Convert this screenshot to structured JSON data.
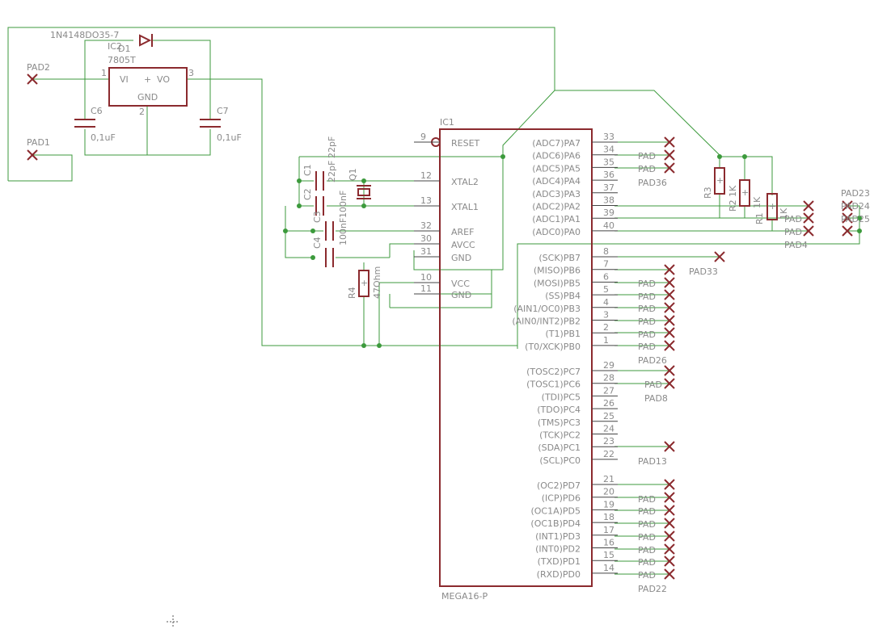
{
  "components": {
    "d1": {
      "name": "D1",
      "value": "1N4148DO35-7"
    },
    "ic2": {
      "name": "IC2",
      "value": "7805T",
      "vi": "VI",
      "vo": "VO",
      "gnd": "GND",
      "plus": "+",
      "pin1": "1",
      "pin2": "2",
      "pin3": "3"
    },
    "c6": {
      "name": "C6",
      "value": "0,1uF"
    },
    "c7": {
      "name": "C7",
      "value": "0,1uF"
    },
    "c1": {
      "name": "C1",
      "value": "22pF"
    },
    "c2": {
      "name": "C2",
      "value": "22pF"
    },
    "c3": {
      "name": "C3",
      "value": "100nF"
    },
    "c4": {
      "name": "C4",
      "value": "100nF"
    },
    "q1": {
      "name": "Q1"
    },
    "r4": {
      "name": "R4",
      "value": "47Ohm"
    },
    "r1": {
      "name": "R1",
      "value": "1K"
    },
    "r2": {
      "name": "R2",
      "value": "1K"
    },
    "r3": {
      "name": "R3",
      "value": "1K"
    },
    "ic1": {
      "name": "IC1",
      "value": "MEGA16-P"
    }
  },
  "left_pins": [
    {
      "num": "9",
      "label": "RESET"
    },
    {
      "num": "12",
      "label": "XTAL2"
    },
    {
      "num": "13",
      "label": "XTAL1"
    },
    {
      "num": "32",
      "label": "AREF"
    },
    {
      "num": "30",
      "label": "AVCC"
    },
    {
      "num": "31",
      "label": "GND"
    },
    {
      "num": "10",
      "label": "VCC"
    },
    {
      "num": "11",
      "label": "GND"
    }
  ],
  "right_pins": [
    {
      "num": "33",
      "label": "(ADC7)PA7"
    },
    {
      "num": "34",
      "label": "(ADC6)PA6"
    },
    {
      "num": "35",
      "label": "(ADC5)PA5"
    },
    {
      "num": "36",
      "label": "(ADC4)PA4"
    },
    {
      "num": "37",
      "label": "(ADC3)PA3"
    },
    {
      "num": "38",
      "label": "(ADC2)PA2"
    },
    {
      "num": "39",
      "label": "(ADC1)PA1"
    },
    {
      "num": "40",
      "label": "(ADC0)PA0"
    },
    {
      "num": "8",
      "label": "(SCK)PB7"
    },
    {
      "num": "7",
      "label": "(MISO)PB6"
    },
    {
      "num": "6",
      "label": "(MOSI)PB5"
    },
    {
      "num": "5",
      "label": "(SS)PB4"
    },
    {
      "num": "4",
      "label": "(AIN1/OC0)PB3"
    },
    {
      "num": "3",
      "label": "(AIN0/INT2)PB2"
    },
    {
      "num": "2",
      "label": "(T1)PB1"
    },
    {
      "num": "1",
      "label": "(T0/XCK)PB0"
    },
    {
      "num": "29",
      "label": "(TOSC2)PC7"
    },
    {
      "num": "28",
      "label": "(TOSC1)PC6"
    },
    {
      "num": "27",
      "label": "(TDI)PC5"
    },
    {
      "num": "26",
      "label": "(TDO)PC4"
    },
    {
      "num": "25",
      "label": "(TMS)PC3"
    },
    {
      "num": "24",
      "label": "(TCK)PC2"
    },
    {
      "num": "23",
      "label": "(SDA)PC1"
    },
    {
      "num": "22",
      "label": "(SCL)PC0"
    },
    {
      "num": "21",
      "label": "(OC2)PD7"
    },
    {
      "num": "20",
      "label": "(ICP)PD6"
    },
    {
      "num": "19",
      "label": "(OC1A)PD5"
    },
    {
      "num": "18",
      "label": "(OC1B)PD4"
    },
    {
      "num": "17",
      "label": "(INT1)PD3"
    },
    {
      "num": "16",
      "label": "(INT0)PD2"
    },
    {
      "num": "15",
      "label": "(TXD)PD1"
    },
    {
      "num": "14",
      "label": "(RXD)PD0"
    }
  ],
  "pads": {
    "pad1": "PAD1",
    "pad2": "PAD2",
    "pad36": "PAD36",
    "pad33": "PAD33",
    "pad26": "PAD26",
    "pad8": "PAD8",
    "pad13": "PAD13",
    "pad22": "PAD22",
    "pad23": "PAD23",
    "pad24": "PAD24",
    "pad25": "PAD25",
    "pad4": "PAD4",
    "pad_trunc": "PAD"
  }
}
